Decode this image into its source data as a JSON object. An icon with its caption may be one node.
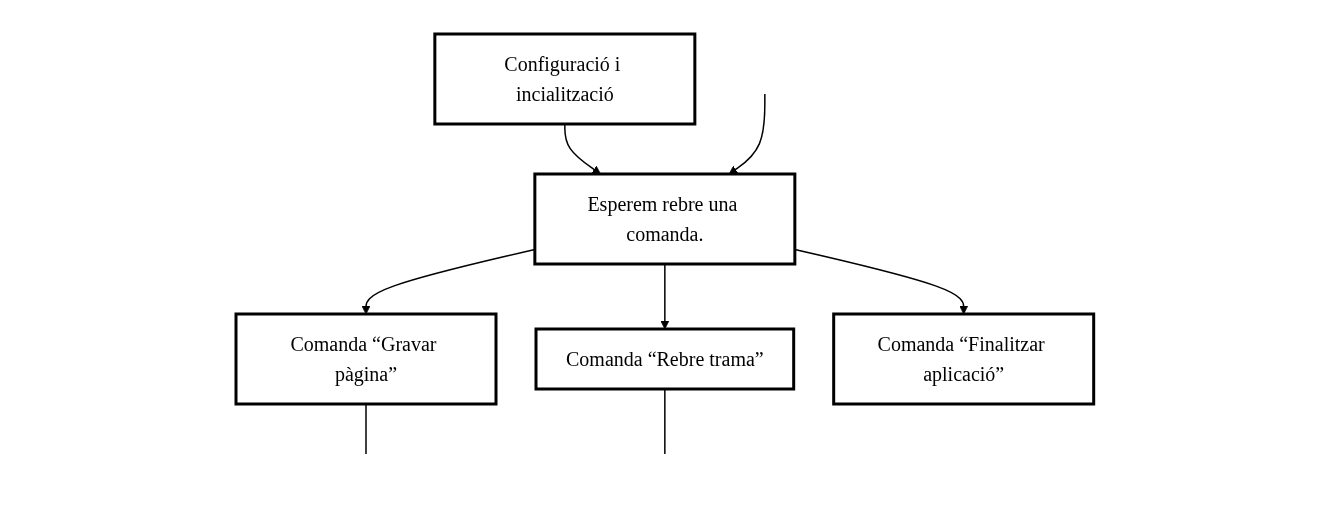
{
  "diagram": {
    "nodes": [
      {
        "text": [
          "Configuració i incialització"
        ]
      },
      {
        "text": [
          "Esperem rebre una comanda."
        ]
      },
      {
        "text": [
          "Comanda “Gravar pàgina”"
        ]
      },
      {
        "text": [
          "Comanda “Rebre trama”"
        ]
      },
      {
        "text": [
          "Comanda “Finalitzar aplicació”"
        ]
      }
    ],
    "edges": [
      {
        "from": 0,
        "to": 1,
        "arrow": "to"
      },
      {
        "from": 1,
        "to": 2,
        "arrow": "to"
      },
      {
        "from": 1,
        "to": 3,
        "arrow": "to"
      },
      {
        "from": 1,
        "to": 4,
        "arrow": "to"
      },
      {
        "from": null,
        "to": 1,
        "arrow": "to"
      },
      {
        "from": 2,
        "to": null,
        "arrow": "none"
      },
      {
        "from": 3,
        "to": null,
        "arrow": "none"
      }
    ]
  }
}
